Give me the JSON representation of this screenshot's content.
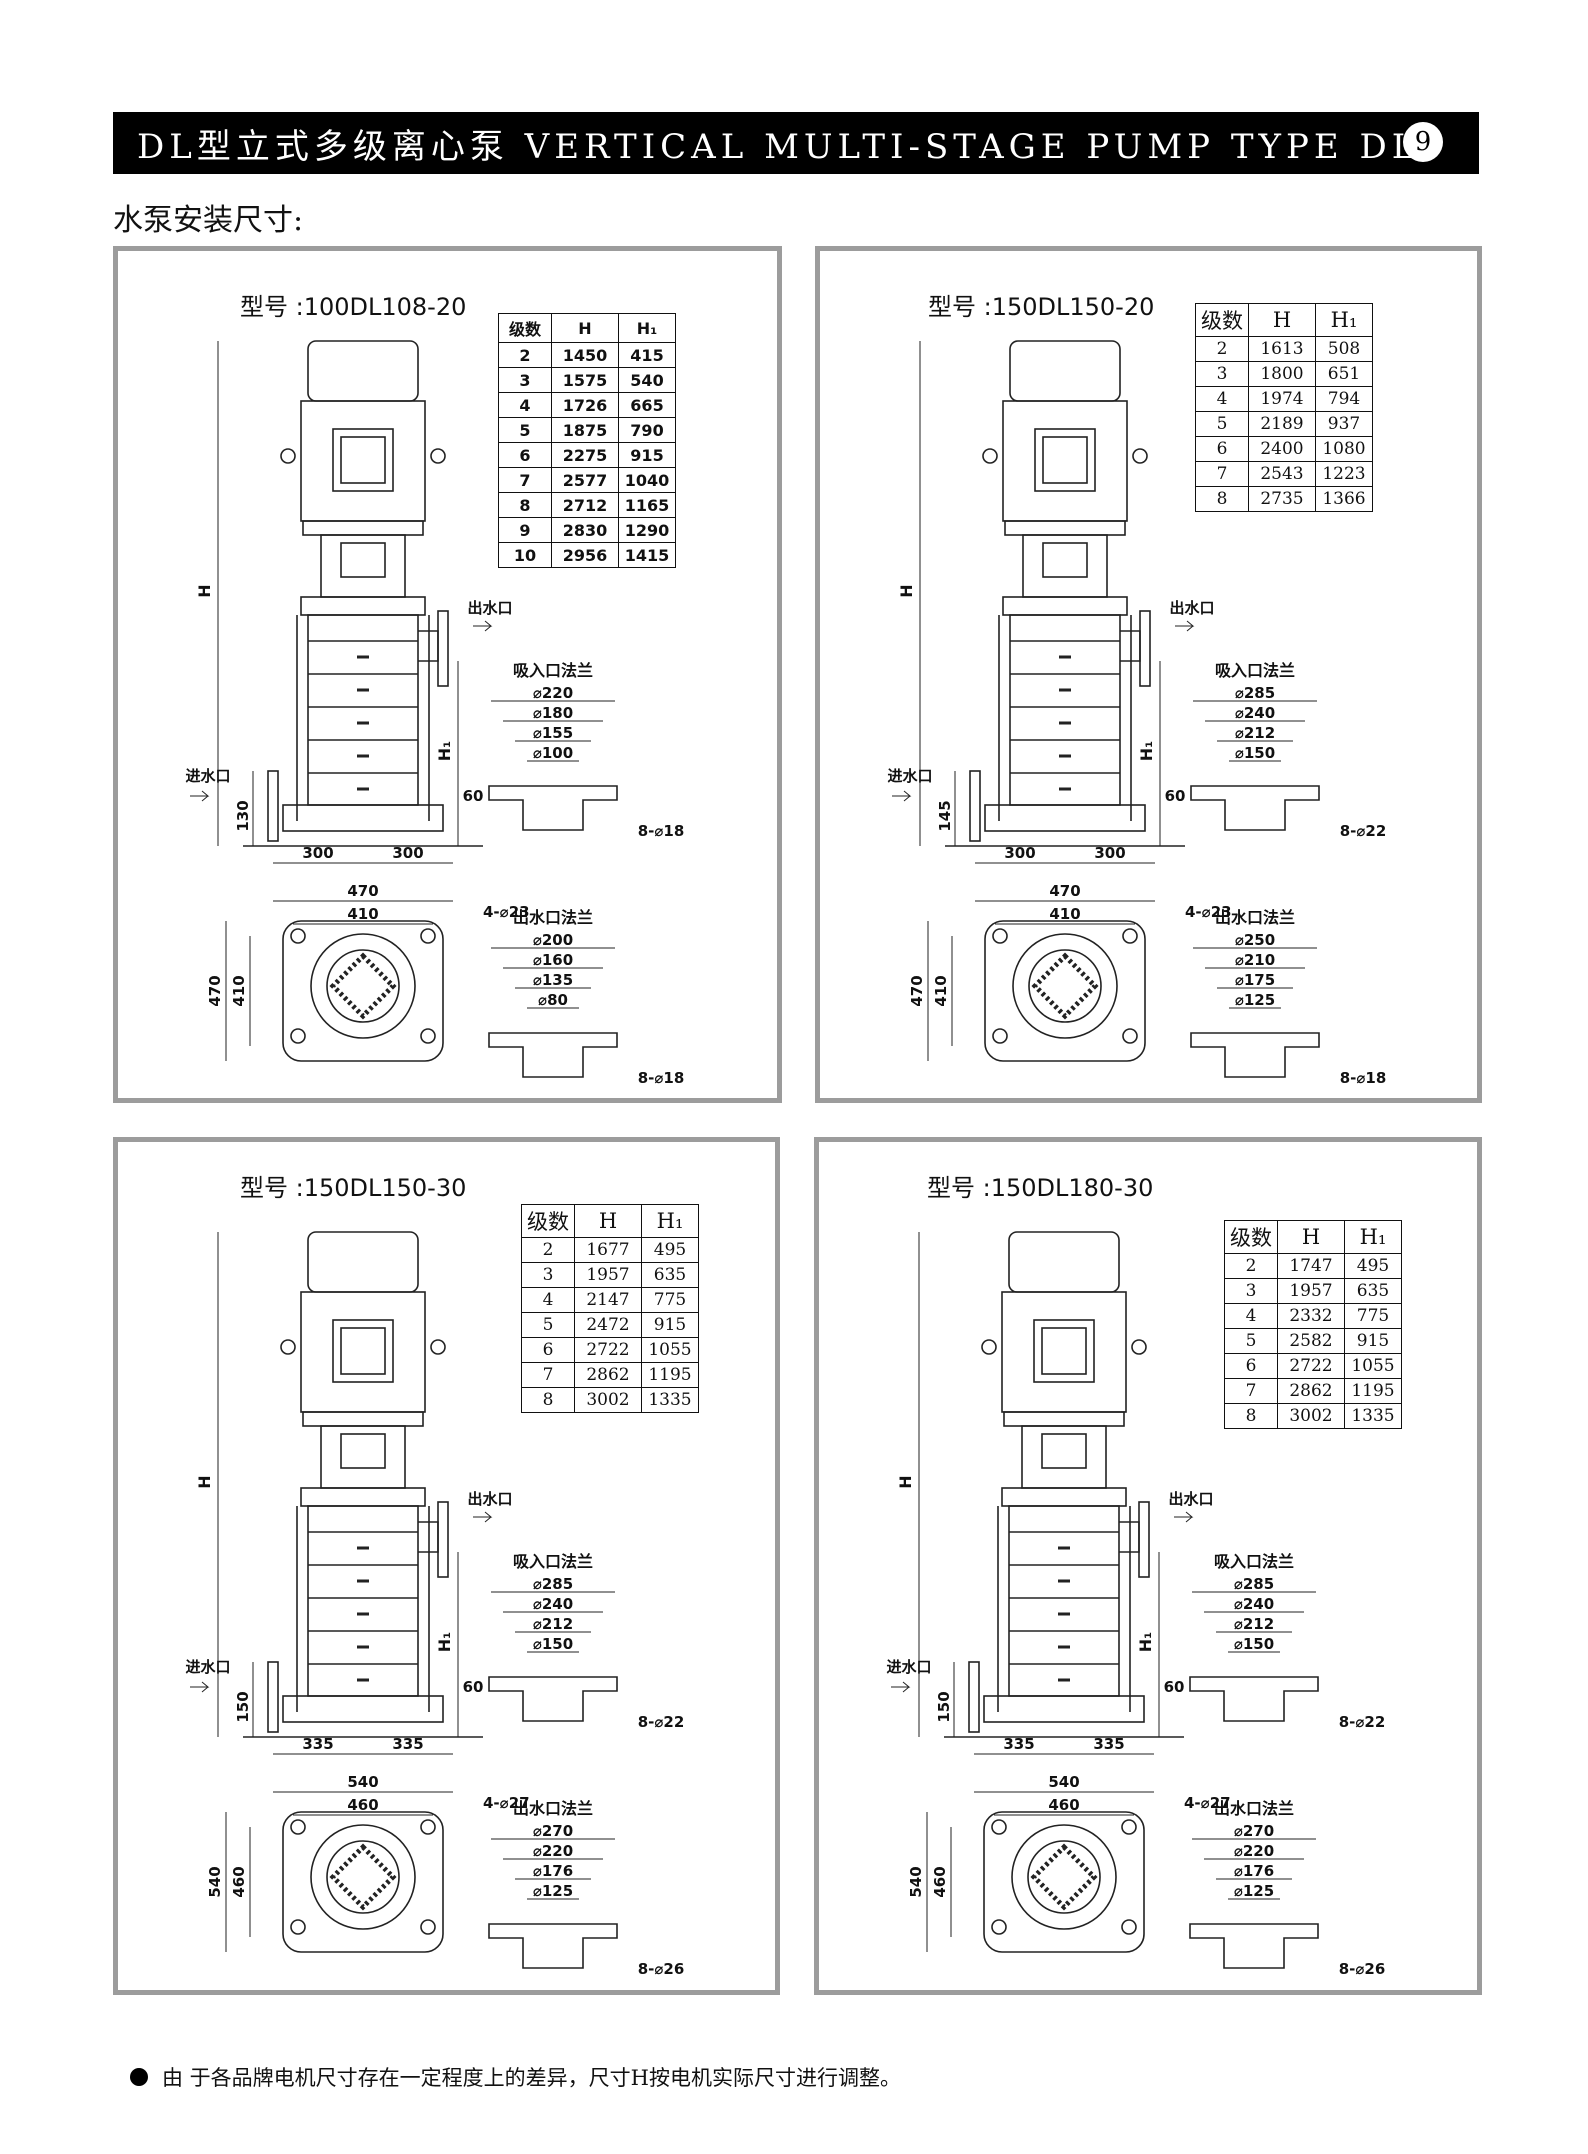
{
  "header": {
    "title": "DL型立式多级离心泵 VERTICAL MULTI-STAGE PUMP TYPE DL",
    "page_number": "9"
  },
  "section_title": "水泵安装尺寸:",
  "labels": {
    "outlet": "出水口",
    "inlet": "进水口",
    "suction_flange": "吸入口法兰",
    "outlet_flange": "出水口法兰",
    "H": "H",
    "H1": "H₁"
  },
  "panels": [
    {
      "model": "型号 :100DL108-20",
      "table_header": [
        "级数",
        "H",
        "H₁"
      ],
      "rows": [
        [
          "2",
          "1450",
          "415"
        ],
        [
          "3",
          "1575",
          "540"
        ],
        [
          "4",
          "1726",
          "665"
        ],
        [
          "5",
          "1875",
          "790"
        ],
        [
          "6",
          "2275",
          "915"
        ],
        [
          "7",
          "2577",
          "1040"
        ],
        [
          "8",
          "2712",
          "1165"
        ],
        [
          "9",
          "2830",
          "1290"
        ],
        [
          "10",
          "2956",
          "1415"
        ]
      ],
      "dims": {
        "inlet_h": "130",
        "d60": "60",
        "half_l": "300",
        "half_r": "300",
        "w_outer": "470",
        "w_inner": "410",
        "holes": "4-⌀23",
        "h_outer": "470",
        "h_inner": "410"
      },
      "suction": [
        "⌀220",
        "⌀180",
        "⌀155",
        "⌀100"
      ],
      "suction_bolts": "8-⌀18",
      "outlet": [
        "⌀200",
        "⌀160",
        "⌀135",
        "⌀80"
      ],
      "outlet_bolts": "8-⌀18"
    },
    {
      "model": "型号 :150DL150-20",
      "table_header": [
        "级数",
        "H",
        "H₁"
      ],
      "rows": [
        [
          "2",
          "1613",
          "508"
        ],
        [
          "3",
          "1800",
          "651"
        ],
        [
          "4",
          "1974",
          "794"
        ],
        [
          "5",
          "2189",
          "937"
        ],
        [
          "6",
          "2400",
          "1080"
        ],
        [
          "7",
          "2543",
          "1223"
        ],
        [
          "8",
          "2735",
          "1366"
        ]
      ],
      "dims": {
        "inlet_h": "145",
        "d60": "60",
        "half_l": "300",
        "half_r": "300",
        "w_outer": "470",
        "w_inner": "410",
        "holes": "4-⌀23",
        "h_outer": "470",
        "h_inner": "410"
      },
      "suction": [
        "⌀285",
        "⌀240",
        "⌀212",
        "⌀150"
      ],
      "suction_bolts": "8-⌀22",
      "outlet": [
        "⌀250",
        "⌀210",
        "⌀175",
        "⌀125"
      ],
      "outlet_bolts": "8-⌀18"
    },
    {
      "model": "型号 :150DL150-30",
      "table_header": [
        "级数",
        "H",
        "H₁"
      ],
      "rows": [
        [
          "2",
          "1677",
          "495"
        ],
        [
          "3",
          "1957",
          "635"
        ],
        [
          "4",
          "2147",
          "775"
        ],
        [
          "5",
          "2472",
          "915"
        ],
        [
          "6",
          "2722",
          "1055"
        ],
        [
          "7",
          "2862",
          "1195"
        ],
        [
          "8",
          "3002",
          "1335"
        ]
      ],
      "dims": {
        "inlet_h": "150",
        "d60": "60",
        "half_l": "335",
        "half_r": "335",
        "w_outer": "540",
        "w_inner": "460",
        "holes": "4-⌀27",
        "h_outer": "540",
        "h_inner": "460"
      },
      "suction": [
        "⌀285",
        "⌀240",
        "⌀212",
        "⌀150"
      ],
      "suction_bolts": "8-⌀22",
      "outlet": [
        "⌀270",
        "⌀220",
        "⌀176",
        "⌀125"
      ],
      "outlet_bolts": "8-⌀26"
    },
    {
      "model": "型号 :150DL180-30",
      "table_header": [
        "级数",
        "H",
        "H₁"
      ],
      "rows": [
        [
          "2",
          "1747",
          "495"
        ],
        [
          "3",
          "1957",
          "635"
        ],
        [
          "4",
          "2332",
          "775"
        ],
        [
          "5",
          "2582",
          "915"
        ],
        [
          "6",
          "2722",
          "1055"
        ],
        [
          "7",
          "2862",
          "1195"
        ],
        [
          "8",
          "3002",
          "1335"
        ]
      ],
      "dims": {
        "inlet_h": "150",
        "d60": "60",
        "half_l": "335",
        "half_r": "335",
        "w_outer": "540",
        "w_inner": "460",
        "holes": "4-⌀27",
        "h_outer": "540",
        "h_inner": "460"
      },
      "suction": [
        "⌀285",
        "⌀240",
        "⌀212",
        "⌀150"
      ],
      "suction_bolts": "8-⌀22",
      "outlet": [
        "⌀270",
        "⌀220",
        "⌀176",
        "⌀125"
      ],
      "outlet_bolts": "8-⌀26"
    }
  ],
  "footnote": "由 于各品牌电机尺寸存在一定程度上的差异，尺寸H按电机实际尺寸进行调整。"
}
